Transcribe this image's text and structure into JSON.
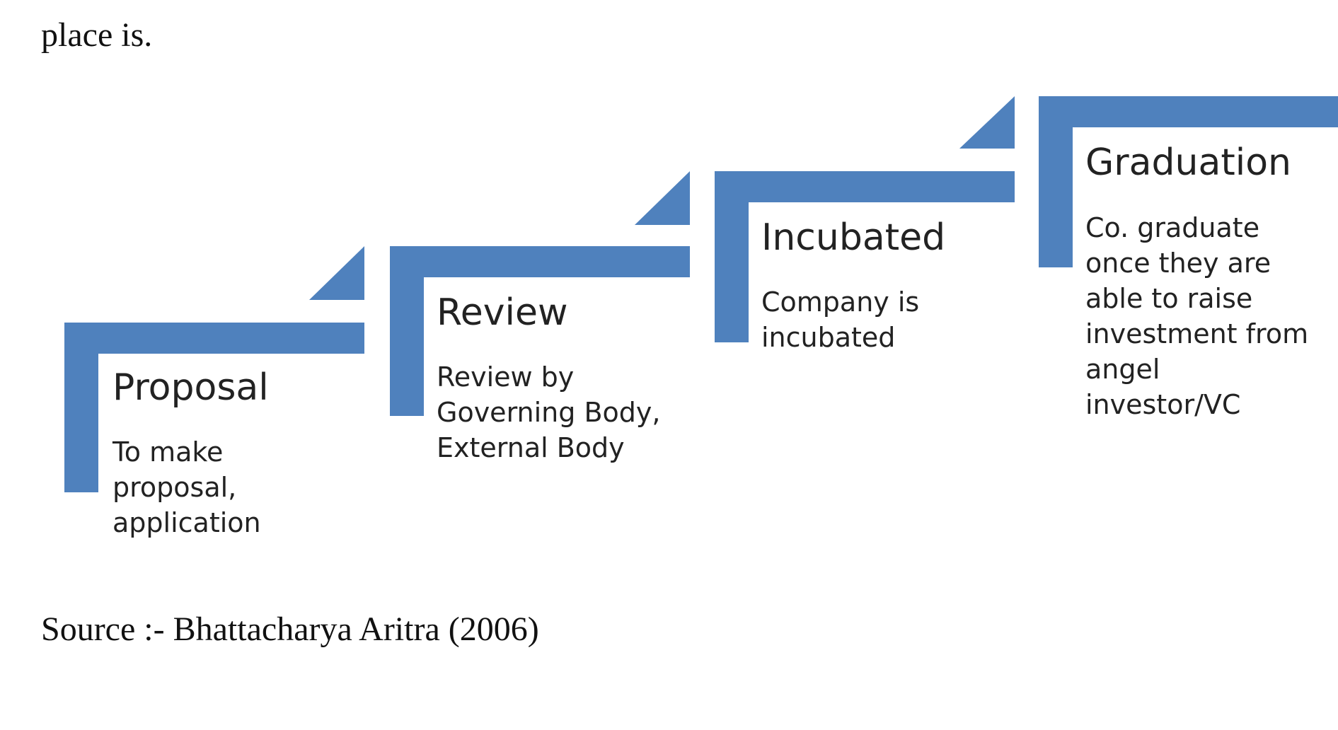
{
  "intro_text": "place is.",
  "source_text": "Source :- Bhattacharya Aritra (2006)",
  "colors": {
    "step_fill": "#4f81bd",
    "text": "#222222"
  },
  "steps": [
    {
      "title": "Proposal",
      "description": "To make\nproposal,\napplication"
    },
    {
      "title": "Review",
      "description": "Review by\nGoverning Body,\nExternal Body"
    },
    {
      "title": "Incubated",
      "description": "Company is\nincubated"
    },
    {
      "title": "Graduation",
      "description": "Co. graduate\nonce they are\nable to raise\ninvestment from\nangel\ninvestor/VC"
    }
  ]
}
